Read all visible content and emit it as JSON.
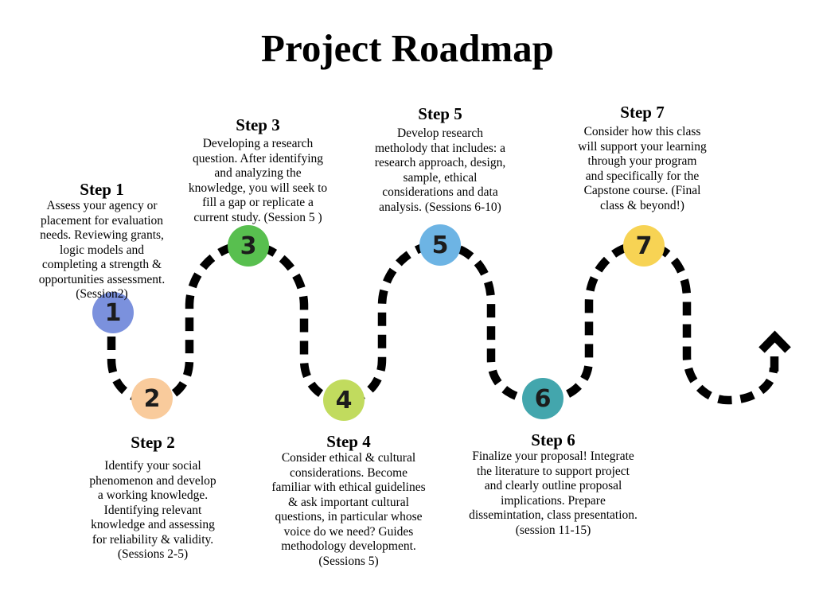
{
  "title": "Project Roadmap",
  "path_color": "#000000",
  "steps": [
    {
      "number": "1",
      "label": "Step 1",
      "color": "#7b91dd",
      "description": "Assess your agency or\nplacement for evaluation\nneeds. Reviewing grants,\nlogic models and\ncompleting a strength &\nopportunities assessment.\n(Session2)"
    },
    {
      "number": "2",
      "label": "Step 2",
      "color": "#f9cb9c",
      "description": "Identify your social\nphenomenon and develop\na working knowledge.\nIdentifying relevant\nknowledge and assessing\nfor reliability & validity.\n(Sessions 2-5)"
    },
    {
      "number": "3",
      "label": "Step 3",
      "color": "#58bf4f",
      "description": "Developing a research\nquestion. After identifying\nand analyzing the\nknowledge, you will seek to\nfill a gap or replicate a\ncurrent study. (Session 5 )"
    },
    {
      "number": "4",
      "label": "Step 4",
      "color": "#c1db5e",
      "description": "Consider ethical & cultural\nconsiderations. Become\nfamiliar with ethical guidelines\n& ask important cultural\nquestions, in particular whose\nvoice do we need? Guides\nmethodology development.\n(Sessions 5)"
    },
    {
      "number": "5",
      "label": "Step 5",
      "color": "#6db4e4",
      "description": "Develop research\nmetholody that includes: a\nresearch approach, design,\nsample, ethical\nconsiderations and data\nanalysis. (Sessions 6-10)"
    },
    {
      "number": "6",
      "label": "Step 6",
      "color": "#43a6ad",
      "description": "Finalize your proposal! Integrate\nthe literature to support project\nand clearly outline proposal\nimplications. Prepare\ndissemintation, class presentation.\n(session 11-15)"
    },
    {
      "number": "7",
      "label": "Step 7",
      "color": "#f7d354",
      "description": "Consider how this class\nwill support your learning\nthrough your program\nand specifically for the\nCapstone course. (Final\nclass & beyond!)"
    }
  ]
}
